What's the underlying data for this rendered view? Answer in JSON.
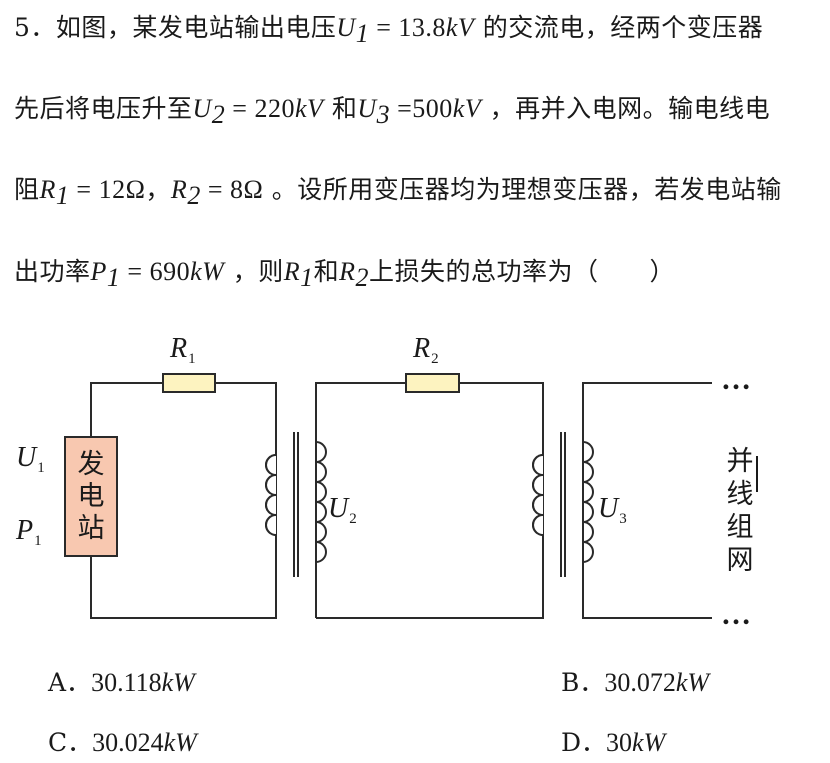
{
  "question": {
    "number": "5．",
    "t1": "如图，某发电站输出电压",
    "U1_sym": "U",
    "U1_sub": "1",
    "U1_val": " = 13.8",
    "U1_unit": "kV",
    "t2": " 的交流电，经两个变压器",
    "t3": "先后将电压升至",
    "U2_sym": "U",
    "U2_sub": "2",
    "U2_val": " = 220",
    "U2_unit": "kV",
    "t4": " 和",
    "U3_sym": "U",
    "U3_sub": "3",
    "U3_val": " =500",
    "U3_unit": "kV",
    "t5": " ，再并入电网。输电线电",
    "t6": "阻",
    "R1_sym": "R",
    "R1_sub": "1",
    "R1_val": " = 12Ω",
    "t7": "，",
    "R2_sym": "R",
    "R2_sub": "2",
    "R2_val": " = 8Ω",
    "t8": " 。设所用变压器均为理想变压器，若发电站输",
    "t9": "出功率",
    "P1_sym": "P",
    "P1_sub": "1",
    "P1_val": " = 690",
    "P1_unit": "kW",
    "t10": " ，则",
    "R1b_sym": "R",
    "R1b_sub": "1",
    "t11": "和",
    "R2b_sym": "R",
    "R2b_sub": "2",
    "t12": "上损失的总功率为（　　）"
  },
  "diagram": {
    "r1_label": "R",
    "r1_sub": "1",
    "r2_label": "R",
    "r2_sub": "2",
    "u1_label": "U",
    "u1_sub": "1",
    "p1_label": "P",
    "p1_sub": "1",
    "u2_label": "U",
    "u2_sub": "2",
    "u3_label": "U",
    "u3_sub": "3",
    "station_chars": [
      "发",
      "电",
      "站"
    ],
    "grid_chars": [
      "并",
      "线",
      "组",
      "网"
    ],
    "ellipsis": "…",
    "station_fill": "#f8c8b0",
    "resistor_fill": "#fdf3c0"
  },
  "options": [
    {
      "letter": "A．",
      "value": "30.118",
      "unit": "kW"
    },
    {
      "letter": "B．",
      "value": "30.072",
      "unit": "kW"
    },
    {
      "letter": "C．",
      "value": "30.024",
      "unit": "kW"
    },
    {
      "letter": "D．",
      "value": "30",
      "unit": "kW"
    }
  ]
}
